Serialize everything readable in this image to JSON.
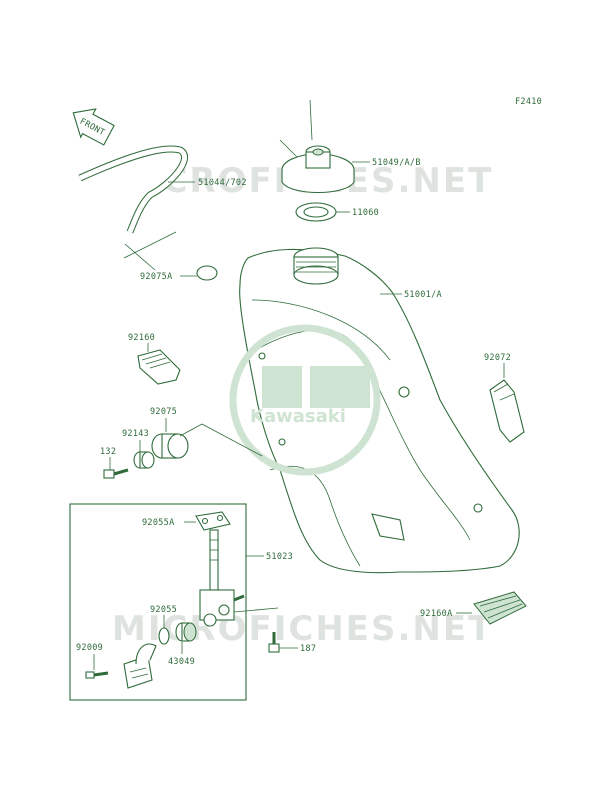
{
  "figure_code": "F2410",
  "front_label": "FRONT",
  "watermark_top": "MICROFICHES.NET",
  "watermark_bottom": "MICROFICHES.NET",
  "logo_text": "Kawasaki",
  "colors": {
    "line": "#2f6b3a",
    "fill_light": "#cfe3d3",
    "watermark": "#dfe3e0"
  },
  "parts": {
    "cap": "51049/A/B",
    "breather_hose": "51044/702",
    "cap_gasket": "11060",
    "cap_small": "92075A",
    "fuel_tank": "51001/A",
    "cushion_front": "92160",
    "rubber_strap": "92072",
    "damper": "92075",
    "collar": "92143",
    "bolt_small": "132",
    "tap_gasket": "92055A",
    "fuel_tap_assy": "51023",
    "o_ring": "92055",
    "filter": "43049",
    "screw": "92009",
    "bolt_tap": "187",
    "cushion_rear": "92160A"
  }
}
